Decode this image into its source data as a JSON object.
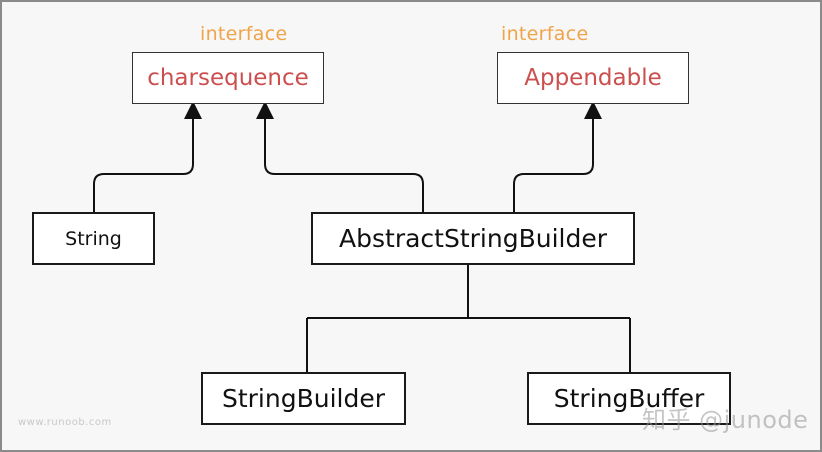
{
  "interfaces": {
    "charsequence": {
      "stereotype": "interface",
      "name": "charsequence"
    },
    "appendable": {
      "stereotype": "interface",
      "name": "Appendable"
    }
  },
  "classes": {
    "string": "String",
    "abstract_string_builder": "AbstractStringBuilder",
    "string_builder": "StringBuilder",
    "string_buffer": "StringBuffer"
  },
  "watermarks": {
    "left": "www.runoob.com",
    "right": "知乎 @junode"
  },
  "colors": {
    "interface_label": "#f0a44a",
    "interface_name": "#cc4f4f",
    "line": "#111111",
    "background": "#f7f7f7"
  }
}
